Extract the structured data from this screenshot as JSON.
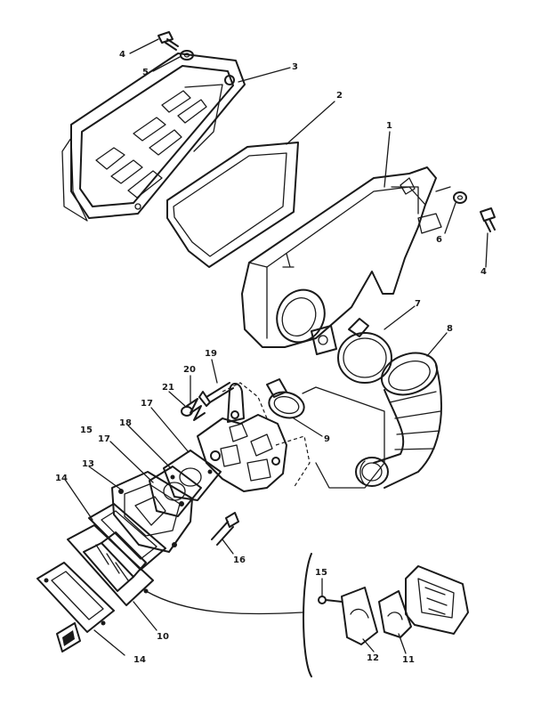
{
  "callouts": [
    {
      "id": "c1",
      "label": "1"
    },
    {
      "id": "c2",
      "label": "2"
    },
    {
      "id": "c3",
      "label": "3"
    },
    {
      "id": "c4a",
      "label": "4"
    },
    {
      "id": "c4b",
      "label": "4"
    },
    {
      "id": "c5",
      "label": "5"
    },
    {
      "id": "c6",
      "label": "6"
    },
    {
      "id": "c7",
      "label": "7"
    },
    {
      "id": "c8",
      "label": "8"
    },
    {
      "id": "c9",
      "label": "9"
    },
    {
      "id": "c10",
      "label": "10"
    },
    {
      "id": "c11",
      "label": "11"
    },
    {
      "id": "c12",
      "label": "12"
    },
    {
      "id": "c13",
      "label": "13"
    },
    {
      "id": "c14a",
      "label": "14"
    },
    {
      "id": "c14b",
      "label": "14"
    },
    {
      "id": "c15a",
      "label": "15"
    },
    {
      "id": "c15b",
      "label": "15"
    },
    {
      "id": "c16",
      "label": "16"
    },
    {
      "id": "c17a",
      "label": "17"
    },
    {
      "id": "c17b",
      "label": "17"
    },
    {
      "id": "c18",
      "label": "18"
    },
    {
      "id": "c19",
      "label": "19"
    },
    {
      "id": "c20",
      "label": "20"
    },
    {
      "id": "c21",
      "label": "21"
    }
  ]
}
